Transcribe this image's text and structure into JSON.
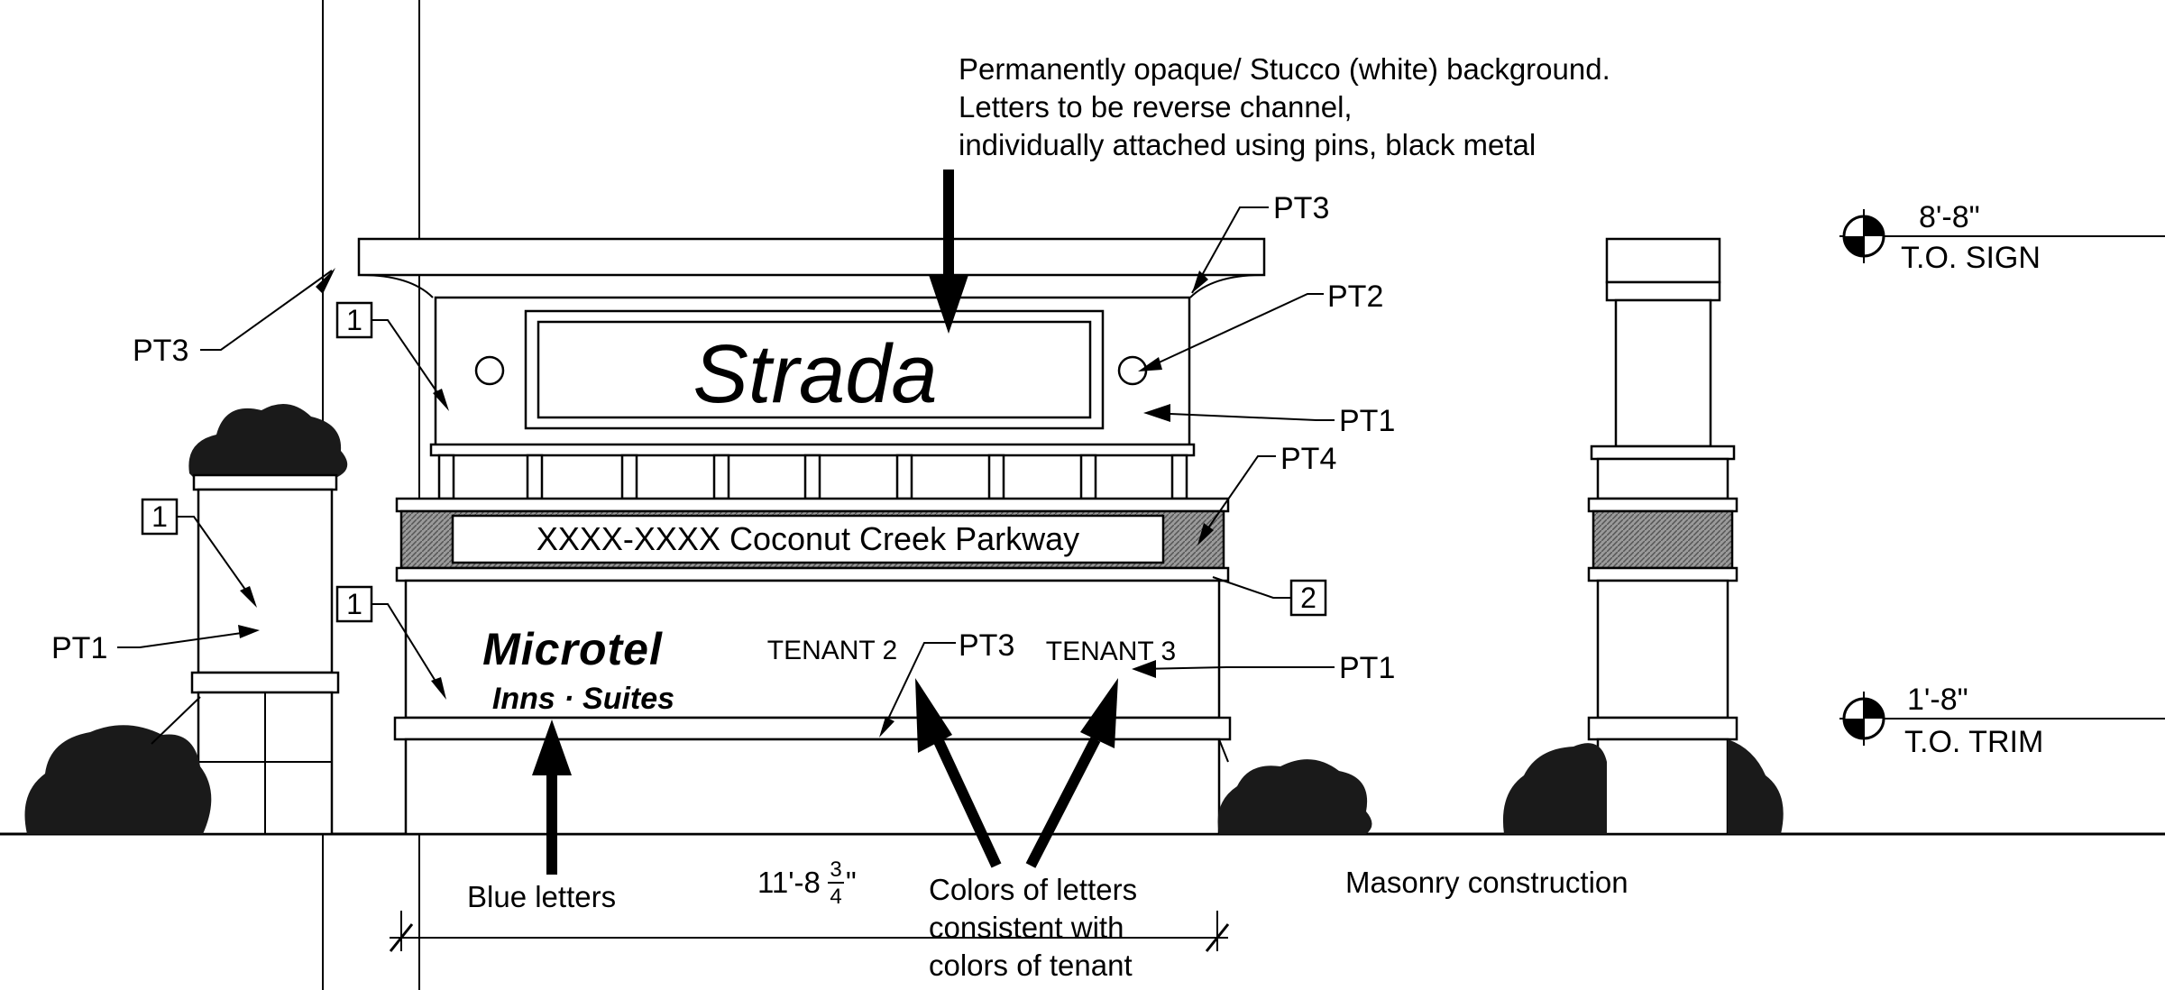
{
  "notes": {
    "top_note_line1": "Permanently opaque/ Stucco (white) background.",
    "top_note_line2": "Letters to be reverse channel,",
    "top_note_line3": "individually attached using pins, black metal",
    "blue_letters": "Blue letters",
    "colors_line1": "Colors of letters",
    "colors_line2": "consistent with",
    "colors_line3": "colors of tenant",
    "masonry": "Masonry construction"
  },
  "callouts": {
    "pt3_top": "PT3",
    "pt2": "PT2",
    "pt1_upper": "PT1",
    "pt4": "PT4",
    "pt3_left": "PT3",
    "pt1_left": "PT1",
    "pt3_mid": "PT3",
    "pt1_right": "PT1",
    "tag1_left_col": "1",
    "tag1_upper": "1",
    "tag1_lower": "1",
    "tag2": "2"
  },
  "sign": {
    "brand_text": "Strada",
    "address_text": "XXXX-XXXX Coconut Creek Parkway",
    "tenant1_line1": "Microtel",
    "tenant1_line2": "Inns · Suites",
    "tenant2": "TENANT 2",
    "tenant3": "TENANT 3"
  },
  "dimension": {
    "width_main": "11'-8",
    "width_num": "3",
    "width_den": "4",
    "width_inch": "\""
  },
  "elevations": {
    "top_sign_value": "8'-8\"",
    "top_sign_label": "T.O. SIGN",
    "top_trim_value": "1'-8\"",
    "top_trim_label": "T.O. TRIM"
  },
  "colors": {
    "line": "#000000",
    "band_fill": "#8a8a8a",
    "foliage": "#1a1a1a",
    "background": "#ffffff"
  }
}
